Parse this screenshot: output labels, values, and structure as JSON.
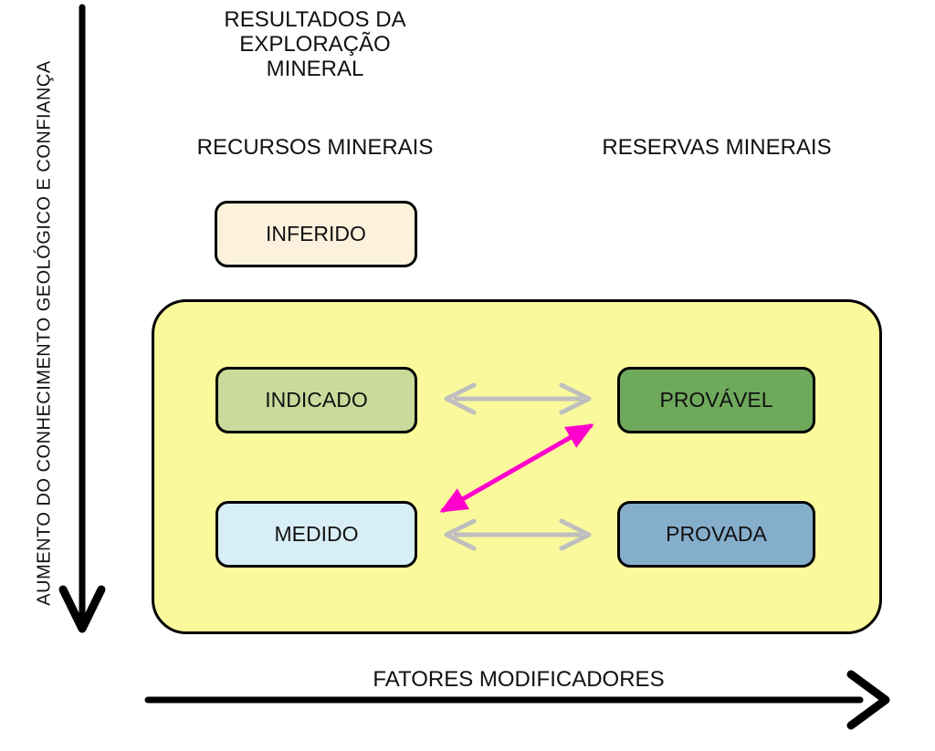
{
  "diagram": {
    "title": "RESULTADOS DA EXPLORAÇÃO MINERAL",
    "y_axis_label": "AUMENTO DO CONHECIMENTO GEOLÓGICO E CONFIANÇA",
    "x_axis_label": "FATORES MODIFICADORES",
    "columns": [
      {
        "heading": "RECURSOS MINERAIS"
      },
      {
        "heading": "RESERVAS MINERAIS"
      }
    ],
    "boxes": {
      "inferido": "INFERIDO",
      "indicado": "INDICADO",
      "provavel": "PROVÁVEL",
      "medido": "MEDIDO",
      "provada": "PROVADA"
    },
    "colors": {
      "container_fill": "#FAF99C",
      "inferido_fill": "#FBF1DC",
      "indicado_fill": "#C9DA9B",
      "provavel_fill": "#6FA95B",
      "medido_fill": "#D8EEF6",
      "provada_fill": "#85AECB",
      "axis_arrow": "#000000",
      "transfer_arrow_gray": "#BFBFBF",
      "transfer_arrow_magenta": "#FF00CC"
    }
  }
}
